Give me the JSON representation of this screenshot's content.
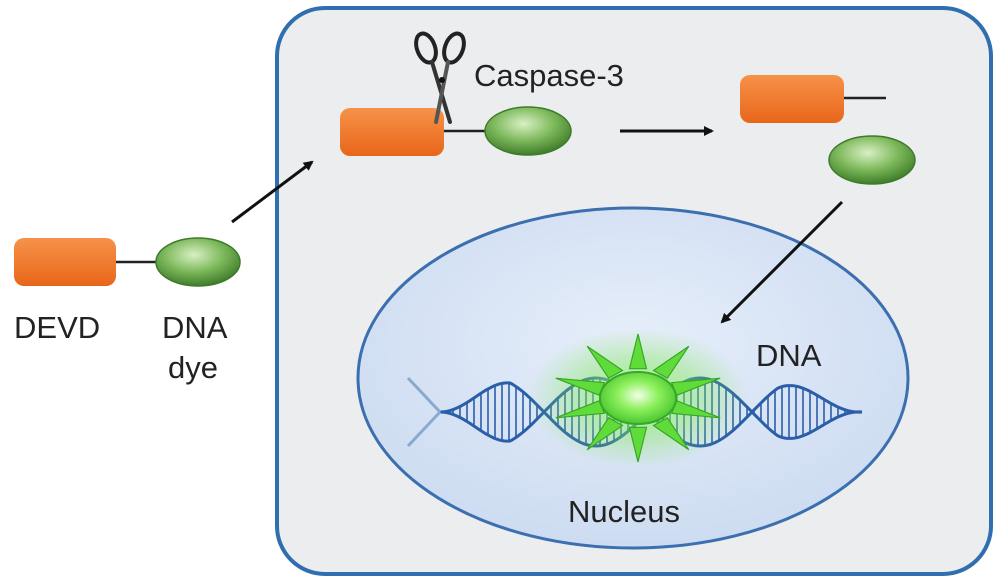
{
  "labels": {
    "devd": "DEVD",
    "dna_dye_line1": "DNA",
    "dna_dye_line2": "dye",
    "caspase": "Caspase-3",
    "dna": "DNA",
    "nucleus": "Nucleus"
  },
  "colors": {
    "cell_fill": "#ecedef",
    "cell_border": "#2f6fb0",
    "nucleus_fill": "#d7e3f4",
    "nucleus_border": "#3b6fb0",
    "peptide_orange": "#f07a26",
    "dye_green": "#6aa84f",
    "glow_green": "#5fdc3a",
    "helix_blue": "#2b5ea8",
    "arrow": "#111111"
  },
  "icons": {
    "cleavage": "scissors-icon",
    "signal": "glow-burst-icon"
  }
}
